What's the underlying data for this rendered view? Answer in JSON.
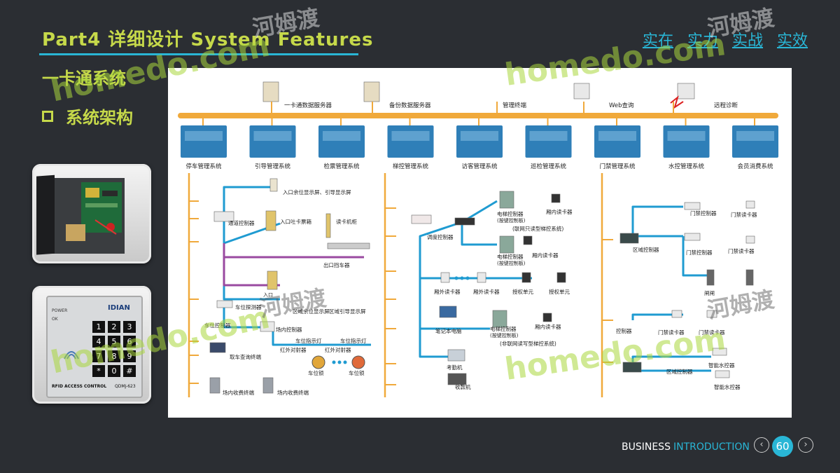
{
  "header": {
    "title": "Part4 详细设计 System Features",
    "slogans": [
      "实在",
      "实力",
      "实战",
      "实效"
    ]
  },
  "section": {
    "sub1": "一卡通系统",
    "sub2": "系统架构"
  },
  "photos": {
    "photo2_labels": {
      "brand": "IDIAN",
      "power": "POWER",
      "ok": "OK",
      "keys": [
        "1",
        "2",
        "3",
        "4",
        "5",
        "6",
        "7",
        "8",
        "9",
        "*",
        "0",
        "#"
      ],
      "caption": "RFID ACCESS CONTROL",
      "model": "QDMJ-623"
    }
  },
  "diagram": {
    "top_nodes": [
      "一卡通数据服务器",
      "备份数据服务器",
      "管理终端",
      "Web查询",
      "远程诊断"
    ],
    "systems": [
      "停车管理系统",
      "引导管理系统",
      "检票管理系统",
      "梯控管理系统",
      "访客管理系统",
      "巡检管理系统",
      "门禁管理系统",
      "水控管理系统",
      "会员消费系统"
    ],
    "parking": [
      "入口余位显示屏、引导显示屏",
      "通道控制器",
      "入口吐卡票箱",
      "读卡机柜",
      "出口挡车器",
      "车位探测器",
      "区域余位显示屏",
      "区域引导显示屏",
      "车位控制器",
      "场内控制器",
      "车位指示灯",
      "车位指示灯",
      "红外对射器",
      "红外对射器",
      "车位锁",
      "车位锁",
      "取车查询终端",
      "场内收费终端",
      "场内收费终端",
      "入口"
    ],
    "elevator": [
      "电梯控制器",
      "(按键控制板)",
      "厢内读卡器",
      "(联网只读型梯控系统)",
      "调度控制器",
      "电梯控制器",
      "(按键控制板)",
      "厢内读卡器",
      "厢外读卡器",
      "厢外读卡器",
      "授权单元",
      "授权单元",
      "笔记本电脑",
      "电梯控制器",
      "(按键控制板)",
      "厢内读卡器",
      "(非联网读写型梯控系统)",
      "考勤机",
      "收款机"
    ],
    "access": [
      "门禁控制器",
      "门禁读卡器",
      "区域控制器",
      "门禁控制器",
      "门禁读卡器",
      "闸闸",
      "门禁读卡器",
      "门禁读卡器",
      "区域控制器",
      "智能水控器",
      "智能水控器",
      "控制器"
    ]
  },
  "watermarks": {
    "brand": "homedo.com",
    "cn": "河姆渡"
  },
  "footer": {
    "business": "BUSINESS",
    "intro": "INTRODUCTION",
    "page": "60"
  },
  "colors": {
    "accent": "#29b6d6",
    "title": "#c6d94a",
    "bus": "#f0a93b",
    "line": "#1f9bd1",
    "purple": "#9a4aa0"
  }
}
